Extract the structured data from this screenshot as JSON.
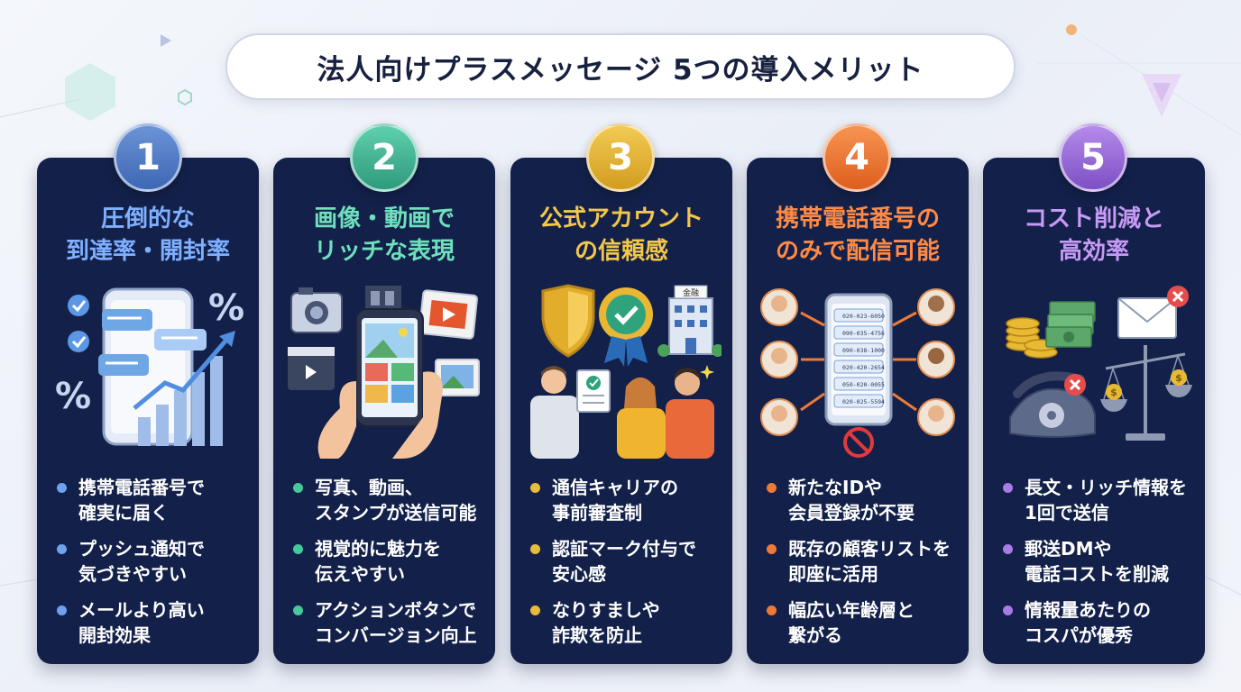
{
  "title": "法人向けプラスメッセージ 5つの導入メリット",
  "cards": [
    {
      "number": "1",
      "color": "#4f7ec9",
      "title": "圧倒的な\n到達率・開封率",
      "bullets": [
        "携帯電話番号で\n確実に届く",
        "プッシュ通知で\n気づきやすい",
        "メールより高い\n開封効果"
      ]
    },
    {
      "number": "2",
      "color": "#3eb597",
      "title": "画像・動画で\nリッチな表現",
      "bullets": [
        "写真、動画、\nスタンプが送信可能",
        "視覚的に魅力を\n伝えやすい",
        "アクションボタンで\nコンバージョン向上"
      ]
    },
    {
      "number": "3",
      "color": "#e2b43a",
      "title": "公式アカウント\nの信頼感",
      "bullets": [
        "通信キャリアの\n事前審査制",
        "認証マーク付与で\n安心感",
        "なりすましや\n詐欺を防止"
      ]
    },
    {
      "number": "4",
      "color": "#ee7a35",
      "title": "携帯電話番号の\nのみで配信可能",
      "bullets": [
        "新たなIDや\n会員登録が不要",
        "既存の顧客リストを\n即座に活用",
        "幅広い年齢層と\n繋がる"
      ]
    },
    {
      "number": "5",
      "color": "#9a6ad6",
      "title": "コスト削減と\n高効率",
      "bullets": [
        "長文・リッチ情報を\n1回で送信",
        "郵送DMや\n電話コストを削減",
        "情報量あたりの\nコスパが優秀"
      ]
    }
  ],
  "illustrations": {
    "card1": {
      "percent_left": "%",
      "percent_right": "%"
    },
    "card3": {
      "building_sign": "金融"
    },
    "card4": {
      "phone_numbers": [
        "020-023-6050",
        "090-035-4756",
        "090-038-1000",
        "020-420-2654",
        "050-020-0055",
        "020-025-5594"
      ]
    },
    "card5": {
      "coin_symbol": "$"
    }
  }
}
